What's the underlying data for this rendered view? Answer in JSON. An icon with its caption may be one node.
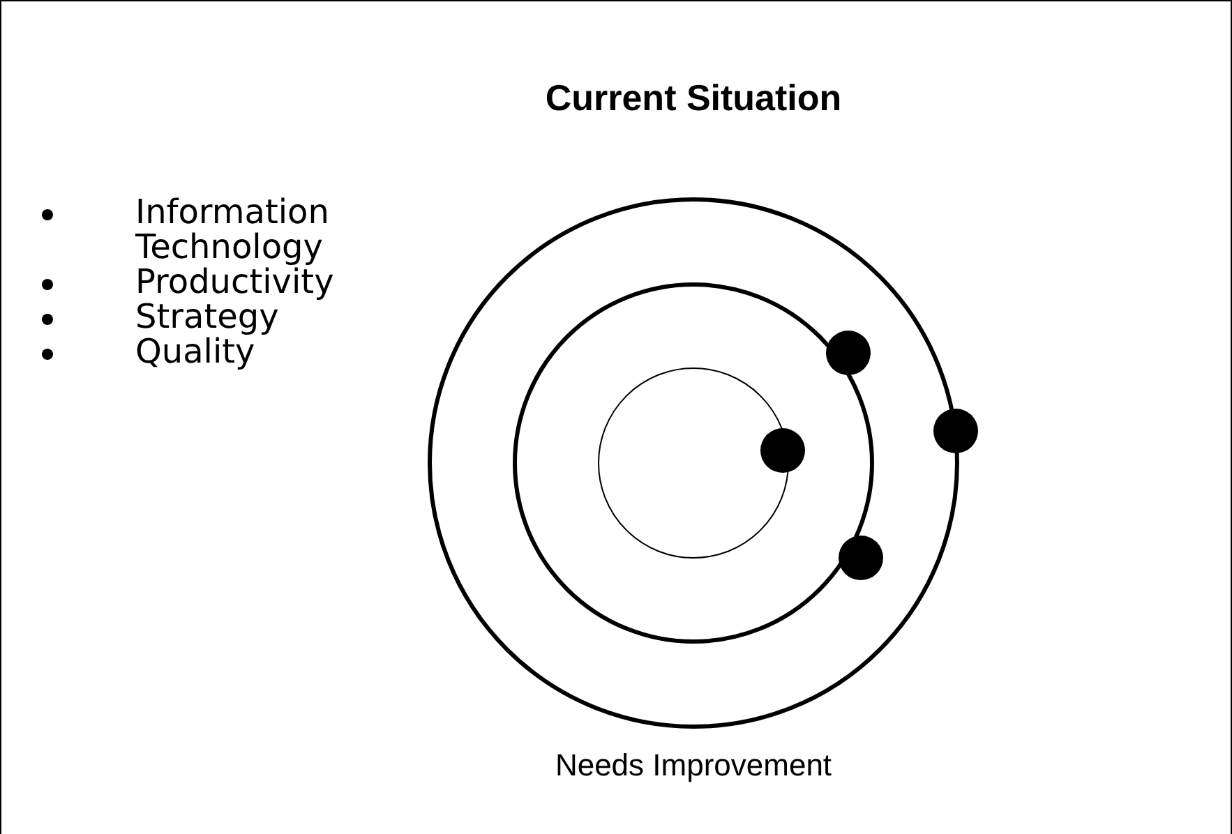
{
  "diagram": {
    "title": "Current Situation",
    "labels": [
      "Information Technology",
      "Productivity",
      "Strategy",
      "Quality"
    ],
    "caption": "Needs Improvement"
  }
}
